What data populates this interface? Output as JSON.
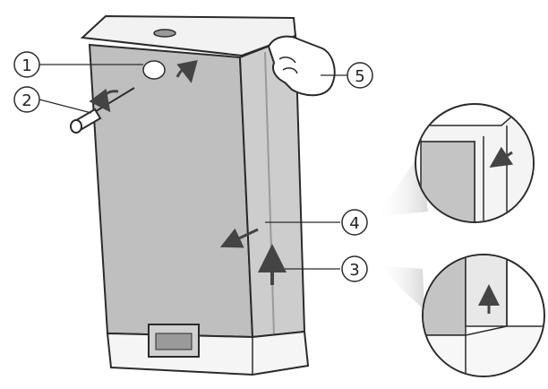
{
  "callouts": [
    {
      "id": 1,
      "label": "1"
    },
    {
      "id": 2,
      "label": "2"
    },
    {
      "id": 3,
      "label": "3"
    },
    {
      "id": 4,
      "label": "4"
    },
    {
      "id": 5,
      "label": "5"
    }
  ],
  "colors": {
    "panel": "#bfbfbf",
    "panel_dark": "#a9a9a9",
    "panel_side": "#d2d2d2",
    "outline": "#2b2b2b",
    "arrow": "#4a4a4a",
    "beam": "#e6e6e6"
  },
  "icons": [
    "screwdriver-icon",
    "hand-icon",
    "arrow-icon",
    "magnifier-circle"
  ]
}
